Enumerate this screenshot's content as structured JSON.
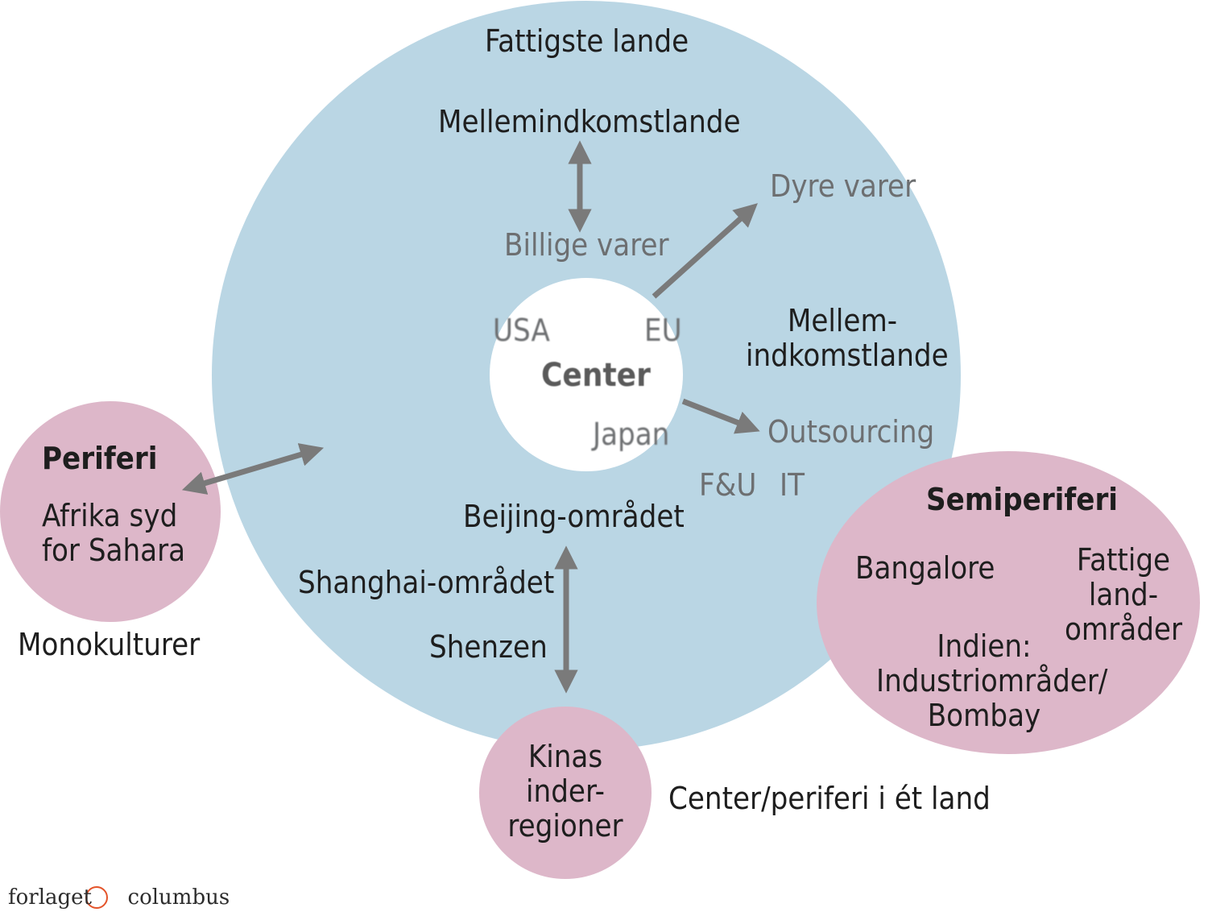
{
  "colors": {
    "outer_circle": "#bad6e4",
    "center_circle": "#ffffff",
    "pink_circles": "#ddb7c9",
    "arrows": "#7a7a7a",
    "copyright_mark": "#e4542a"
  },
  "outer": {
    "top_label": "Fattigste lande",
    "upper_middle": "Mellemindkomstlande",
    "cheap_goods": "Billige varer",
    "expensive_goods": "Dyre varer",
    "right_middle": "Mellem-\nindkomstlande",
    "outsourcing": "Outsourcing",
    "rd": "F&U",
    "it": "IT",
    "beijing": "Beijing-området",
    "shanghai": "Shanghai-området",
    "shenzen": "Shenzen"
  },
  "center": {
    "title": "Center",
    "usa": "USA",
    "eu": "EU",
    "japan": "Japan"
  },
  "periphery": {
    "title": "Periferi",
    "body": "Afrika syd\nfor Sahara",
    "note": "Monokulturer"
  },
  "semiperiphery": {
    "title": "Semiperiferi",
    "bangalore": "Bangalore",
    "poor_areas": "Fattige\nland-\nområder",
    "india": "Indien:\nIndustriområder/\nBombay"
  },
  "china_inner": {
    "body": "Kinas\ninder-\nregioner",
    "note": "Center/periferi i ét land"
  },
  "credit": {
    "left": "forlaget",
    "symbol": "©",
    "right": "columbus"
  }
}
